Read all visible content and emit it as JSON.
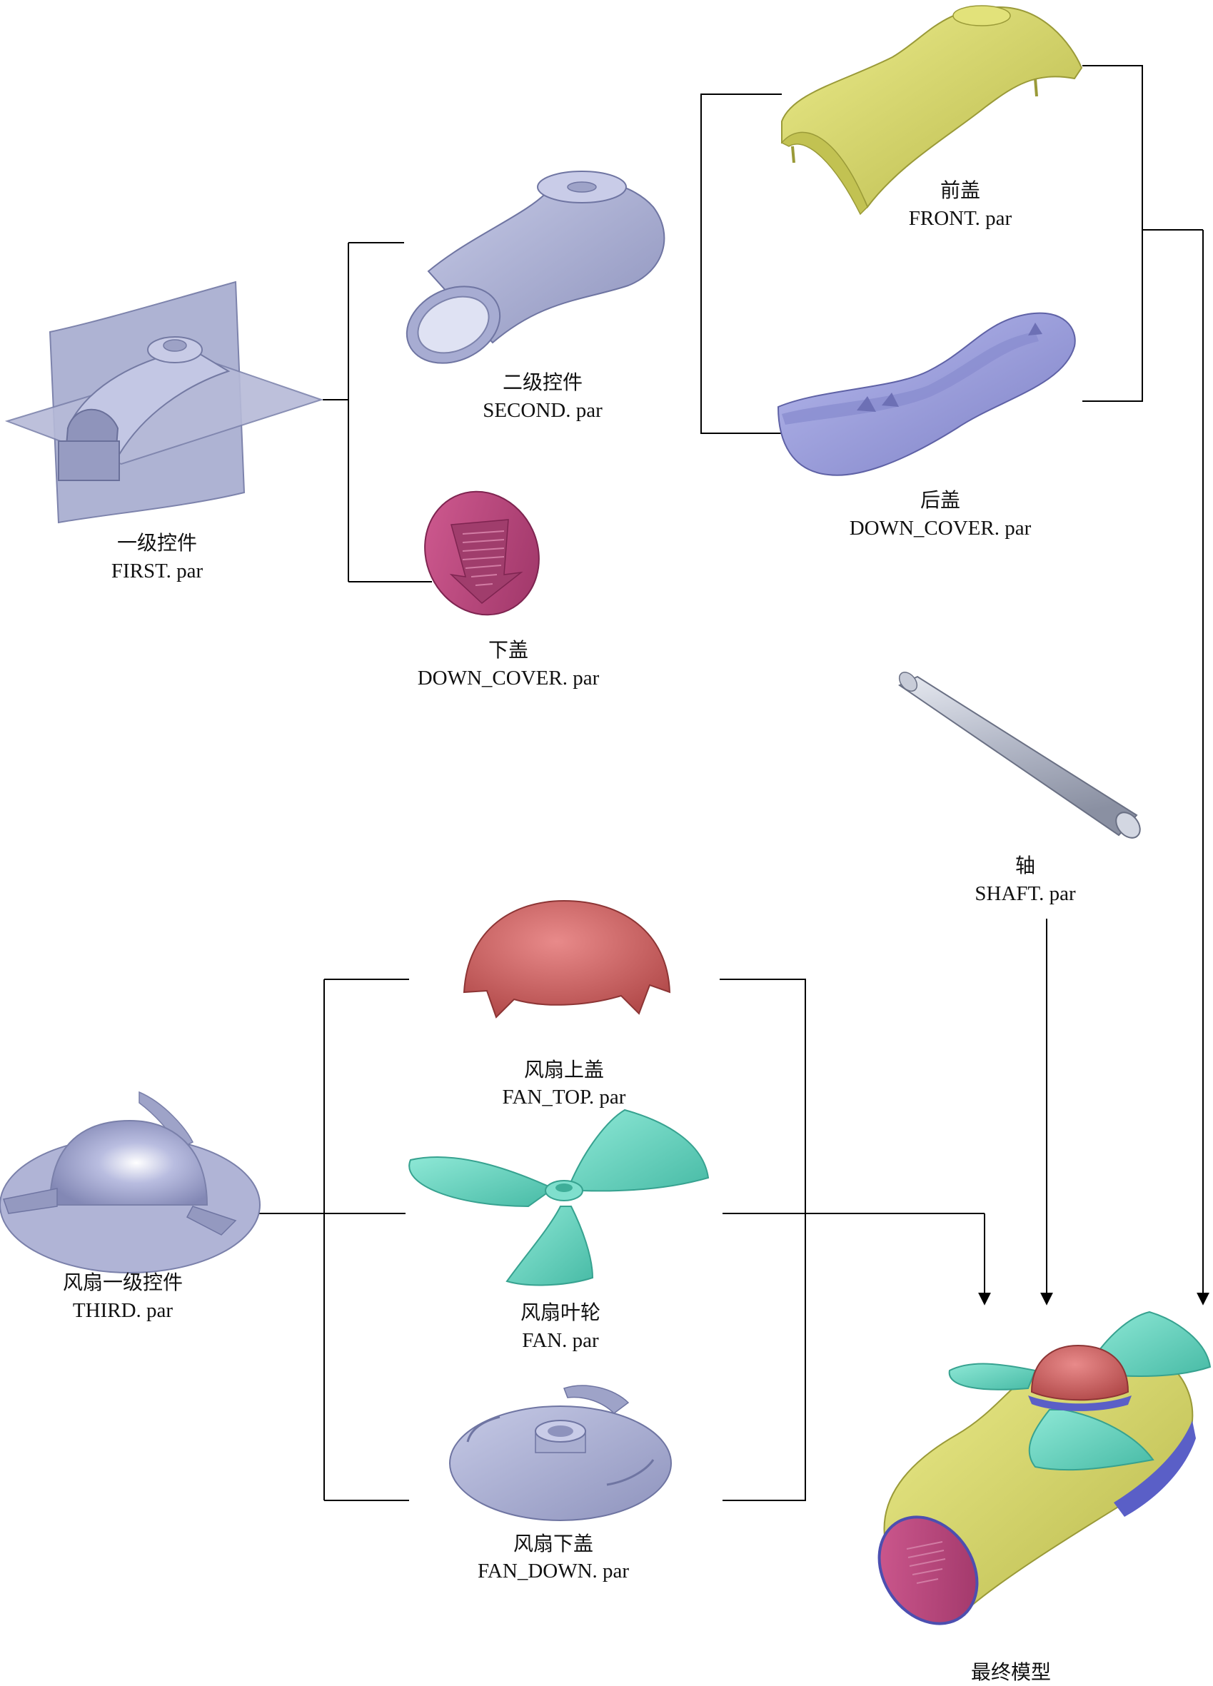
{
  "parts": {
    "first": {
      "cn": "一级控件",
      "en": "FIRST. par"
    },
    "second": {
      "cn": "二级控件",
      "en": "SECOND. par"
    },
    "down_cover": {
      "cn": "下盖",
      "en": "DOWN_COVER. par"
    },
    "front": {
      "cn": "前盖",
      "en": "FRONT. par"
    },
    "back_cover": {
      "cn": "后盖",
      "en": "DOWN_COVER. par"
    },
    "shaft": {
      "cn": "轴",
      "en": "SHAFT. par"
    },
    "third": {
      "cn": "风扇一级控件",
      "en": "THIRD. par"
    },
    "fan_top": {
      "cn": "风扇上盖",
      "en": "FAN_TOP. par"
    },
    "fan": {
      "cn": "风扇叶轮",
      "en": "FAN. par"
    },
    "fan_down": {
      "cn": "风扇下盖",
      "en": "FAN_DOWN. par"
    },
    "final": {
      "cn": "最终模型"
    }
  },
  "colors": {
    "gray_blue": "#a9aed0",
    "gray_blue_dark": "#7e84ad",
    "magenta": "#b8457a",
    "yellow": "#d8d86a",
    "purple": "#9da0de",
    "red": "#cf6464",
    "teal": "#6ad7c3",
    "shaft": "#c8ccd8"
  }
}
